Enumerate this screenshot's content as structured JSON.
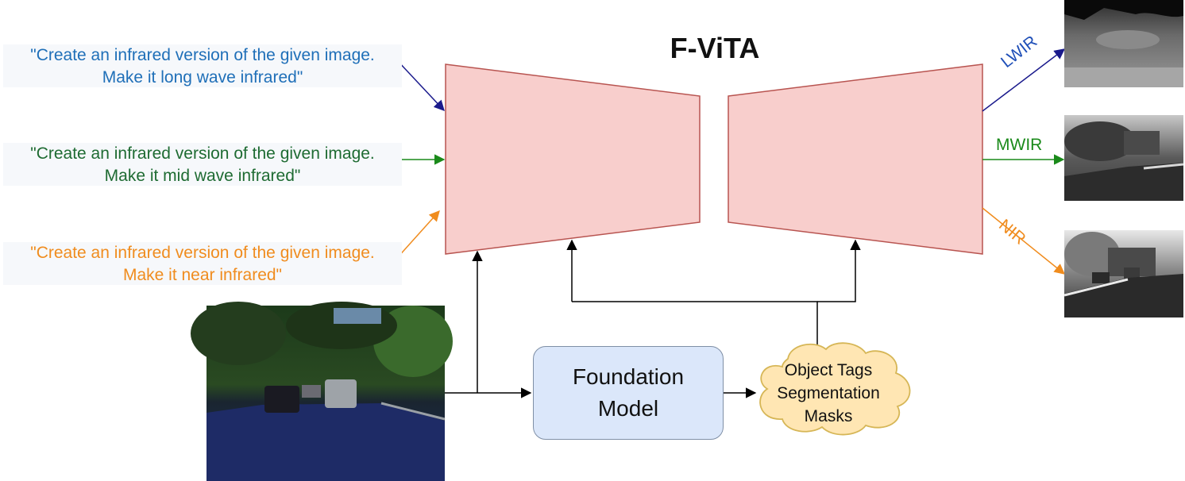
{
  "title": "F-ViTA",
  "prompts": {
    "lwir": {
      "line1": "\"Create an infrared version of the given image.",
      "line2": "Make it long wave infrared\"",
      "color": "#1f6fb8"
    },
    "mwir": {
      "line1": "\"Create an infrared version of the given image.",
      "line2": "Make it mid wave infrared\"",
      "color": "#1e6b32"
    },
    "nir": {
      "line1": "\"Create an infrared version of the given image.",
      "line2": "Make it near infrared\"",
      "color": "#f08c1e"
    }
  },
  "foundation_model": {
    "line1": "Foundation",
    "line2": "Model"
  },
  "cloud": {
    "line1": "Object Tags",
    "line2": "Segmentation",
    "line3": "Masks"
  },
  "outputs": {
    "lwir_label": "LWIR",
    "mwir_label": "MWIR",
    "nir_label": "NIR"
  },
  "colors": {
    "encoder_fill": "#f8cecc",
    "encoder_stroke": "#b85450",
    "foundation_fill": "#dbe7fa",
    "cloud_fill": "#ffe6b3",
    "cloud_stroke": "#d6b656",
    "lwir_arrow": "#1a1a8c",
    "mwir_arrow": "#1a8a1a",
    "nir_arrow": "#f08c1e"
  }
}
